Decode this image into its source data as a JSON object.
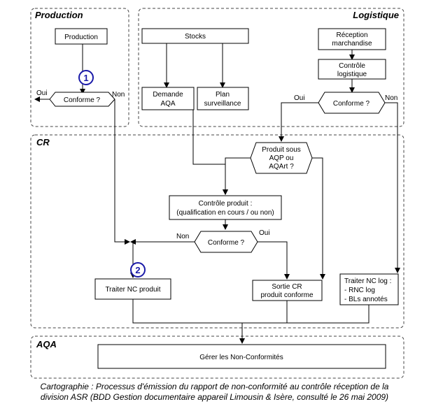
{
  "swimlanes": {
    "production": "Production",
    "logistique": "Logistique",
    "cr": "CR",
    "aqa": "AQA"
  },
  "nodes": {
    "production": "Production",
    "stocks": "Stocks",
    "reception": [
      "Réception",
      "marchandise"
    ],
    "demande_aqa": [
      "Demande",
      "AQA"
    ],
    "plan_surveillance": [
      "Plan",
      "surveillance"
    ],
    "controle_logistique": [
      "Contrôle",
      "logistique"
    ],
    "conforme_production": "Conforme ?",
    "conforme_logistique": "Conforme ?",
    "produit_sous_aqp": [
      "Produit sous",
      "AQP ou",
      "AQArt ?"
    ],
    "controle_produit": [
      "Contrôle produit :",
      "(qualification en cours / ou non)"
    ],
    "conforme_cr": "Conforme ?",
    "traiter_nc_produit": "Traiter NC produit",
    "sortie_cr": [
      "Sortie CR",
      "produit conforme"
    ],
    "traiter_nc_log": [
      "Traiter NC log :",
      "- RNC log",
      "- BLs annotés"
    ],
    "gerer_nc": "Gérer les Non-Conformités"
  },
  "edge_labels": {
    "oui": "Oui",
    "non": "Non"
  },
  "markers": {
    "m1": "1",
    "m2": "2"
  },
  "caption": {
    "line1": "Cartographie : Processus d'émission du rapport de non-conformité au contrôle réception de la",
    "line2": "division ASR (BDD Gestion documentaire appareil Limousin & Isère, consulté le 26 mai 2009)"
  },
  "colors": {
    "line": "#000000",
    "marker": "#1a1aa8",
    "lane_border": "#444444"
  }
}
